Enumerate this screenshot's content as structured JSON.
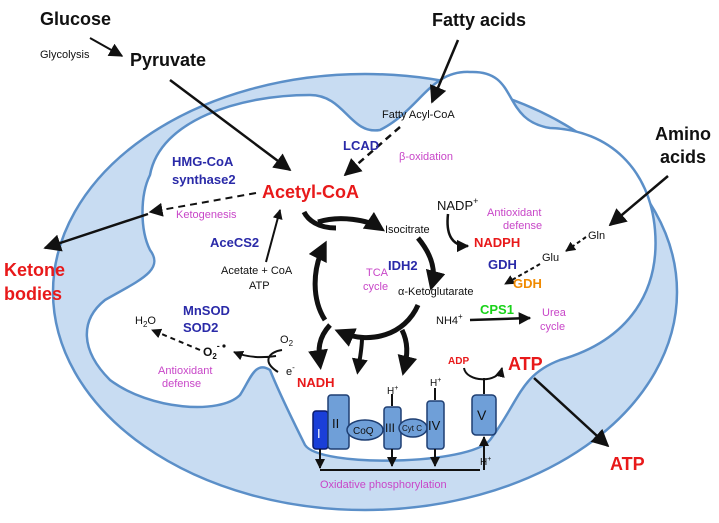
{
  "colors": {
    "membrane_fill": "#c8dcf2",
    "membrane_stroke": "#5b8fc8",
    "matrix_fill": "#ffffff",
    "red": "#e8191a",
    "blue": "#2a2aa8",
    "magenta": "#c846c8",
    "orange": "#f08a00",
    "green": "#19d219",
    "complex_fill": "#6f9fd8",
    "complex1_fill": "#1a3fd8"
  },
  "labels": {
    "glucose": "Glucose",
    "glycolysis": "Glycolysis",
    "pyruvate": "Pyruvate",
    "fatty_acids": "Fatty acids",
    "fatty_acyl_coa": "Fatty Acyl-CoA",
    "lcad": "LCAD",
    "beta_oxidation": "β-oxidation",
    "amino_acids_1": "Amino",
    "amino_acids_2": "acids",
    "hmg_1": "HMG-CoA",
    "hmg_2": "synthase2",
    "acetyl_coa": "Acetyl-CoA",
    "ketogenesis": "Ketogenesis",
    "ketone_1": "Ketone",
    "ketone_2": "bodies",
    "acecs2": "AceCS2",
    "acetate_coa": "Acetate + CoA",
    "atp_small": "ATP",
    "isocitrate": "Isocitrate",
    "nadp_plus": "NADP",
    "nadp_sup": "+",
    "antiox_top_1": "Antioxidant",
    "antiox_top_2": "defense",
    "nadph": "NADPH",
    "idh2": "IDH2",
    "tca_1": "TCA",
    "tca_2": "cycle",
    "alpha_kg": "α-Ketoglutarate",
    "gdh_blue": "GDH",
    "gdh_orange": "GDH",
    "glu": "Glu",
    "gln": "Gln",
    "nh4": "NH4",
    "nh4_sup": "+",
    "cps1": "CPS1",
    "urea_1": "Urea",
    "urea_2": "cycle",
    "h2o": "H",
    "h2o_sub": "2",
    "h2o_o": "O",
    "mnsod": "MnSOD",
    "sod2": "SOD2",
    "o2": "O",
    "o2_sub": "2",
    "superoxide": "O",
    "superoxide_sub": "2",
    "superoxide_sup": "-",
    "electron": "e",
    "electron_sup": "-",
    "antiox_left_1": "Antioxidant",
    "antiox_left_2": "defense",
    "nadh": "NADH",
    "complex_1": "I",
    "complex_2": "II",
    "coq": "CoQ",
    "complex_3": "III",
    "cytc": "Cyt C",
    "complex_4": "IV",
    "complex_5": "V",
    "h_plus_1": "H",
    "h_plus_1_sup": "+",
    "h_plus_2": "H",
    "h_plus_2_sup": "+",
    "h_plus_3": "H",
    "h_plus_3_sup": "+",
    "adp": "ADP",
    "atp_big": "ATP",
    "atp_out": "ATP",
    "oxphos": "Oxidative phosphorylation"
  }
}
